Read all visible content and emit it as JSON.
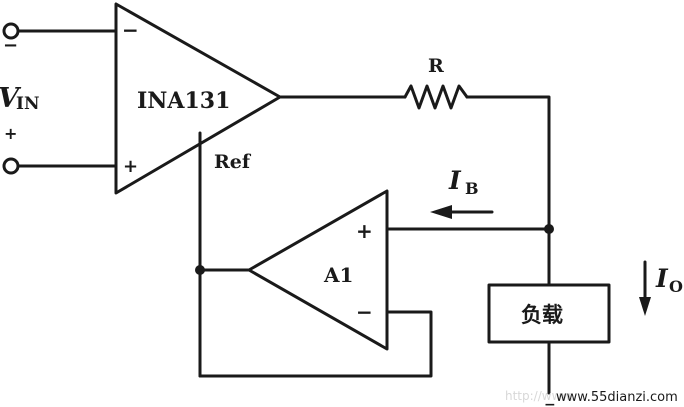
{
  "labels": {
    "vin_minus": "−",
    "vin_plus": "+",
    "vin_v": "V",
    "vin_sub": "IN",
    "ina_minus": "−",
    "ina_plus": "+",
    "ina_name": "INA131",
    "ref": "Ref",
    "resistor": "R",
    "ib_i": "I",
    "ib_sub": "B",
    "a1_plus": "+",
    "a1_minus": "−",
    "a1_name": "A1",
    "load": "负载",
    "io_i": "I",
    "io_sub": "O",
    "load_minus": "−"
  },
  "watermark": {
    "faint": "http://www.",
    "url": "www.55dianzi.com"
  }
}
